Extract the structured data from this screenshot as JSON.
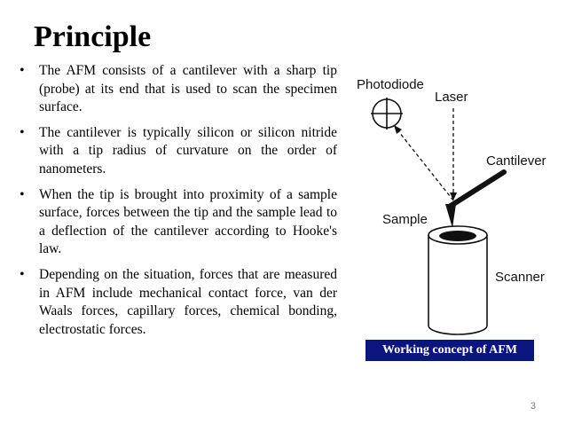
{
  "slide": {
    "title": "Principle",
    "bullets": [
      "The AFM consists of a cantilever with a sharp tip (probe) at its end that is used to scan the specimen surface.",
      "The cantilever is typically silicon or silicon nitride with a tip radius of curvature on the order of nanometers.",
      "When the tip is brought into proximity of a sample surface, forces between the tip and the sample lead to a deflection of the cantilever according to Hooke's law.",
      "Depending on the situation, forces that are measured in AFM include mechanical contact force, van der Waals forces, capillary forces, chemical bonding, electrostatic forces."
    ],
    "bullet_glyph": "•",
    "page_number": "3"
  },
  "diagram": {
    "labels": {
      "photodiode": "Photodiode",
      "laser": "Laser",
      "cantilever": "Cantilever",
      "sample": "Sample",
      "scanner": "Scanner"
    },
    "caption": "Working concept of AFM",
    "caption_bg": "#0b1580"
  }
}
